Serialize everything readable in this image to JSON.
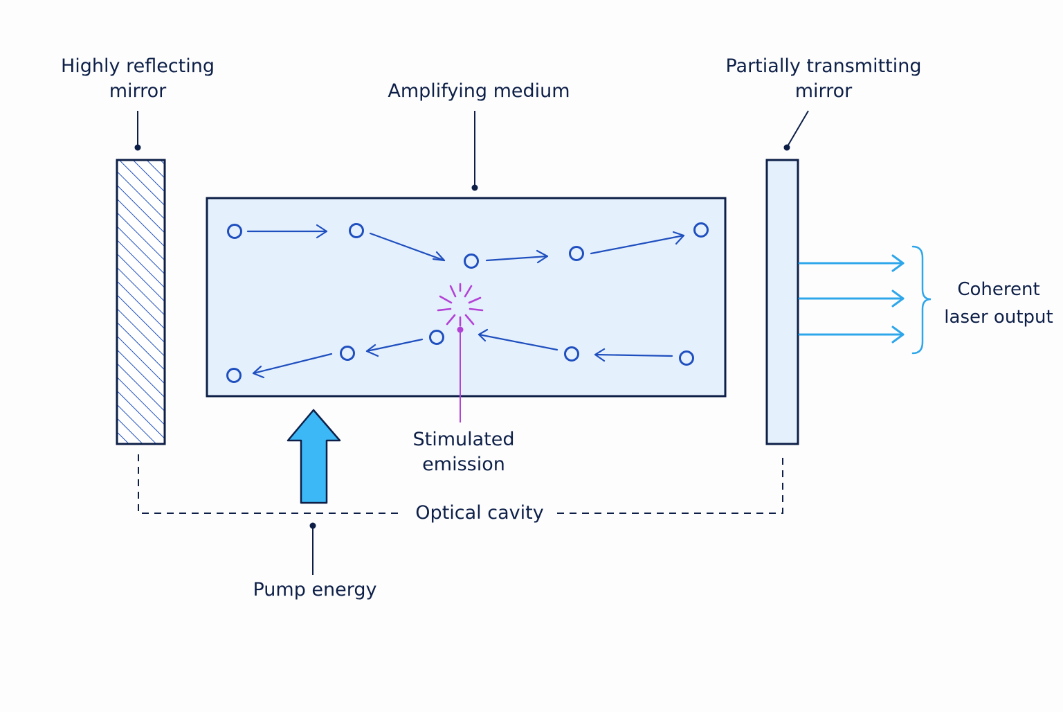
{
  "labels": {
    "highly_reflecting_mirror": [
      "Highly reflecting",
      "mirror"
    ],
    "amplifying_medium": "Amplifying medium",
    "partially_transmitting_mirror": [
      "Partially transmitting",
      "mirror"
    ],
    "coherent_laser_output": [
      "Coherent",
      "laser output"
    ],
    "stimulated_emission": [
      "Stimulated",
      "emission"
    ],
    "optical_cavity": "Optical cavity",
    "pump_energy": "Pump energy"
  },
  "colors": {
    "outline": "#0d1f47",
    "photon": "#1f4fbf",
    "medium_fill": "#e4f0fc",
    "mirror_fill": "#e4f0fc",
    "hatch": "#1f4fbf",
    "output_beam": "#2ea6ea",
    "pump_arrow": "#3bb8f5",
    "emission_burst": "#b341d6",
    "background": "#fdfdfe"
  },
  "icons": {
    "photon": "circle",
    "emission": "starburst",
    "pump": "up-arrow"
  }
}
